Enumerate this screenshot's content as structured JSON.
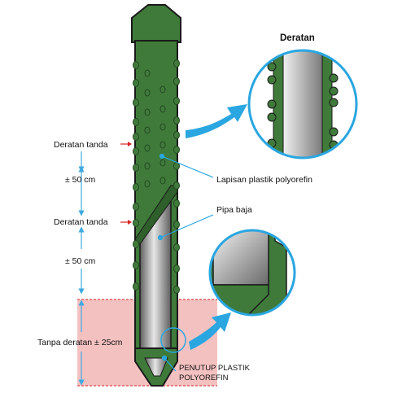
{
  "labels": {
    "detail_top_title": "Deratan",
    "deratan_tanda_1": "Deratan tanda",
    "spacing_1": "± 50 cm",
    "deratan_tanda_2": "Deratan tanda",
    "spacing_2": "± 50 cm",
    "tanpa_deratan": "Tanpa deratan ± 25cm",
    "lapisan": "Lapisan plastik polyorefin",
    "pipa_baja": "Pipa baja",
    "penutup_line1": "PENUTUP PLASTIK",
    "penutup_line2": "POLYOREFIN"
  },
  "colors": {
    "coating_green": "#3f7a3a",
    "coating_dark": "#244a22",
    "outline": "#1a1a1a",
    "steel_light": "#d8d8d8",
    "steel_dark": "#6e6e6e",
    "callout_blue": "#2aa6e0",
    "zone_pink": "#f4c1c1",
    "marker_red": "#d62222",
    "dim_blue": "#3fa9e0"
  },
  "icons": {
    "arrow": "callout-arrow-icon",
    "red_marker": "red-arrow-icon"
  }
}
